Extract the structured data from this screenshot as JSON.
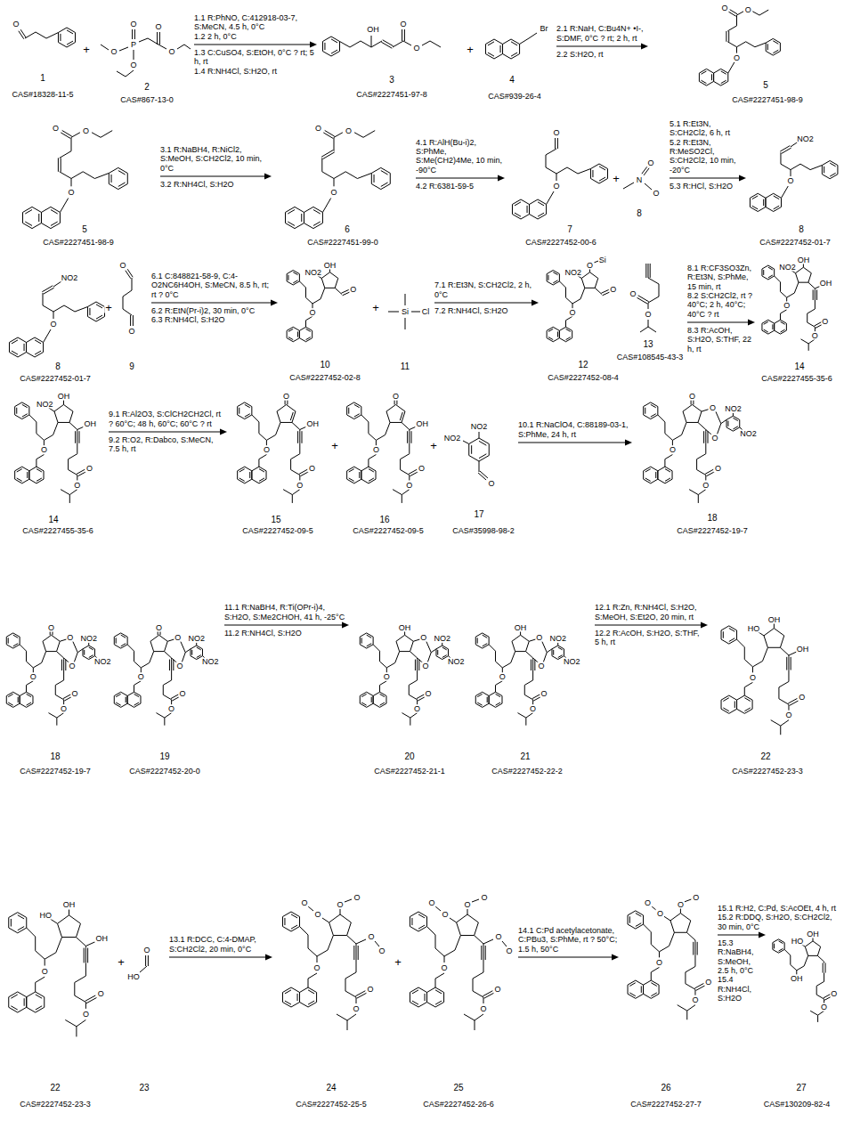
{
  "diagram": {
    "labels": [
      "O",
      "1",
      "CAS#18328-11-5",
      "+",
      "P",
      "O",
      "O",
      "O",
      "O",
      "O",
      "2",
      "CAS#867-13-0",
      "1.1 R:PhNO, C:412918-03-7, S:MeCN, 4.5 h, 0°C",
      "1.2 2 h, 0°C",
      "1.3 C:CuSO4, S:EtOH, 0°C ? rt; 5 h, rt",
      "1.4 R:NH4Cl, S:H2O, rt",
      "OH",
      "O",
      "O",
      "3",
      "CAS#2227451-97-8",
      "+",
      "Br",
      "4",
      "CAS#939-26-4",
      "2.1 R:NaH, C:Bu4N+ •I-, S:DMF, 0°C ? rt; 2 h, rt",
      "2.2 S:H2O, rt",
      "O",
      "O",
      "O",
      "5",
      "CAS#2227451-98-9",
      "O",
      "O",
      "O",
      "5",
      "CAS#2227451-98-9",
      "3.1 R:NaBH4, R:NiCl2, S:MeOH, S:CH2Cl2, 10 min, 0°C",
      "3.2 R:NH4Cl, S:H2O",
      "O",
      "O",
      "O",
      "6",
      "CAS#2227451-99-0",
      "4.1 R:AlH(Bu-i)2, S:PhMe, S:Me(CH2)4Me, 10 min, -90°C",
      "4.2 R:6381-59-5",
      "O",
      "O",
      "7",
      "CAS#2227452-00-6",
      "+",
      "N",
      "O",
      "O",
      "8",
      "5.1 R:Et3N, S:CH2Cl2, 6 h, rt",
      "5.2 R:Et3N, R:MeSO2Cl, S:CH2Cl2, 10 min, -20°C",
      "5.3 R:HCl, S:H2O",
      "O",
      "NO2",
      "8",
      "CAS#2227452-01-7",
      "O",
      "NO2",
      "8",
      "CAS#2227452-01-7",
      "+",
      "O",
      "O",
      "9",
      "6.1 C:848821-58-9, C:4-O2NC6H4OH, S:MeCN, 8.5 h, rt; rt ? 0°C",
      "6.2 R:EtN(Pr-i)2, 30 min, 0°C",
      "6.3 R:NH4Cl, S:H2O",
      "O",
      "NO2",
      "OH",
      "O",
      "10",
      "CAS#2227452-02-8",
      "+",
      "Si",
      "Cl",
      "11",
      "7.1 R:Et3N, S:CH2Cl2, 2 h, 0°C",
      "7.2 R:NH4Cl, S:H2O",
      "O",
      "NO2",
      "O",
      "Si",
      "O",
      "12",
      "CAS#2227452-08-4",
      "O",
      "O",
      "13",
      "CAS#108545-43-3",
      "8.1 R:CF3SO3Zn, R:Et3N, S:PhMe, 15 min, rt",
      "8.2 S:CH2Cl2, rt ? 40°C; 2 h, 40°C; 40°C ? rt",
      "8.3 R:AcOH, S:H2O, S:THF, 22 h, rt",
      "O",
      "NO2",
      "OH",
      "OH",
      "O",
      "O",
      "14",
      "CAS#2227455-35-6",
      "O",
      "NO2",
      "OH",
      "OH",
      "O",
      "O",
      "14",
      "CAS#2227455-35-6",
      "9.1 R:Al2O3, S:ClCH2CH2Cl, rt ? 60°C; 48 h, 60°C; 60°C ? rt",
      "9.2 R:O2, R:Dabco, S:MeCN, 7.5 h, rt",
      "O",
      "O",
      "OH",
      "O",
      "O",
      "15",
      "CAS#2227452-09-5",
      "+",
      "O",
      "O",
      "OH",
      "O",
      "O",
      "16",
      "CAS#2227452-09-5",
      "+",
      "NO2",
      "NO2",
      "O",
      "17",
      "CAS#35998-98-2",
      "10.1 R:NaClO4, C:88189-03-1, S:PhMe, 24 h, rt",
      "O",
      "O",
      "O",
      "O",
      "NO2",
      "NO2",
      "O",
      "O",
      "18",
      "CAS#2227452-19-7",
      "O",
      "O",
      "O",
      "O",
      "NO2",
      "NO2",
      "O",
      "O",
      "18",
      "CAS#2227452-19-7",
      "O",
      "O",
      "O",
      "O",
      "NO2",
      "NO2",
      "O",
      "O",
      "19",
      "CAS#2227452-20-0",
      "11.1 R:NaBH4, R:Ti(OPr-i)4, S:H2O, S:Me2CHOH, 41 h, -25°C",
      "11.2 R:NH4Cl, S:H2O",
      "O",
      "OH",
      "O",
      "O",
      "NO2",
      "NO2",
      "O",
      "O",
      "20",
      "CAS#2227452-21-1",
      "O",
      "OH",
      "O",
      "O",
      "NO2",
      "NO2",
      "O",
      "O",
      "21",
      "CAS#2227452-22-2",
      "12.1 R:Zn, R:NH4Cl, S:H2O, S:MeOH, S:Et2O, 20 min, rt",
      "12.2 R:AcOH, S:H2O, S:THF, 5 h, rt",
      "O",
      "HO",
      "OH",
      "OH",
      "O",
      "O",
      "22",
      "CAS#2227452-23-3",
      "O",
      "HO",
      "OH",
      "OH",
      "O",
      "O",
      "22",
      "CAS#2227452-23-3",
      "+",
      "O",
      "HO",
      "23",
      "13.1 R:DCC, C:4-DMAP, S:CH2Cl2, 20 min, 0°C",
      "O",
      "O",
      "O",
      "O",
      "O",
      "O",
      "O",
      "O",
      "O",
      "24",
      "CAS#2227452-25-5",
      "+",
      "O",
      "O",
      "O",
      "O",
      "O",
      "O",
      "O",
      "O",
      "O",
      "25",
      "CAS#2227452-26-6",
      "14.1 C:Pd acetylacetonate, C:PBu3, S:PhMe, rt ? 50°C; 1.5 h, 50°C",
      "O",
      "O",
      "O",
      "O",
      "O",
      "O",
      "O",
      "26",
      "CAS#2227452-27-7",
      "15.1 R:H2, C:Pd, S:AcOEt, 4 h, rt",
      "15.2 R:DDQ, S:H2O, S:CH2Cl2, 30 min, 0°C",
      "15.3 R:NaBH4, S:MeOH, 2.5 h, 0°C",
      "15.4 R:NH4Cl, S:H2O",
      "OH",
      "HO",
      "OH",
      "O",
      "O",
      "27",
      "CAS#130209-82-4"
    ]
  }
}
